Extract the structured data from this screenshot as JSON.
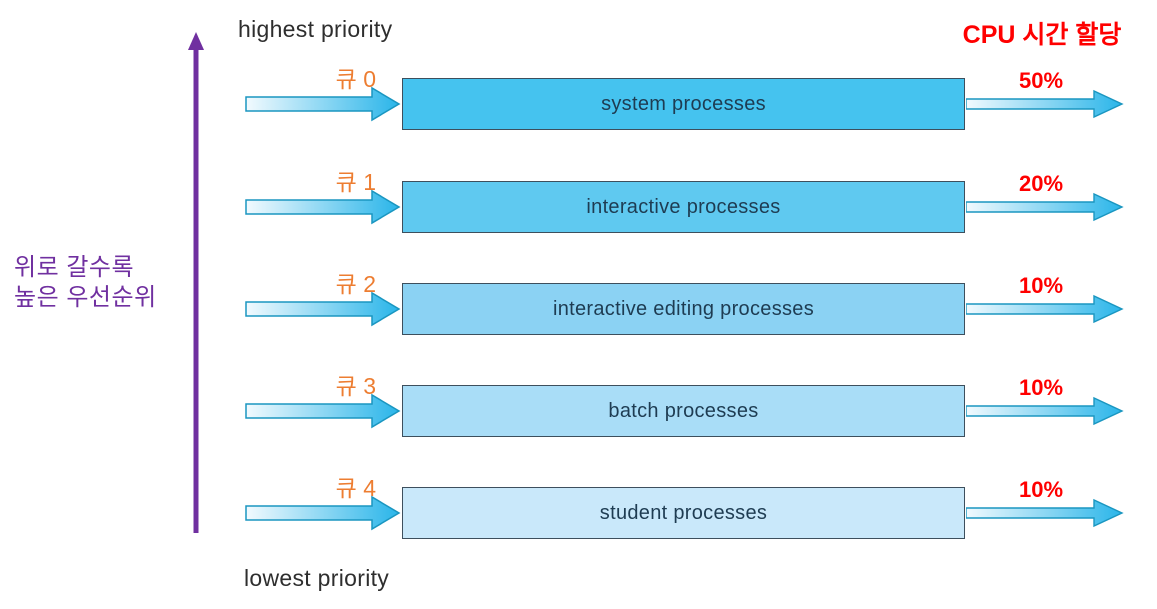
{
  "header": {
    "top_priority_label": "highest priority",
    "bottom_priority_label": "lowest priority",
    "cpu_allocation_title": "CPU 시간 할당"
  },
  "side_note": {
    "line1": "위로 갈수록",
    "line2": "높은 우선순위"
  },
  "colors": {
    "accent_red": "#FF0000",
    "queue_orange": "#ED7D31",
    "axis_purple": "#7030A0",
    "box_border": "#3d4f5d",
    "box_text": "#1e3c52",
    "arrow_stroke": "#1a96c0",
    "arrow_gradient_start": "#f2fafe",
    "arrow_gradient_end": "#2ab5e9"
  },
  "rows": [
    {
      "queue": "큐 0",
      "label": "system processes",
      "share": "50%",
      "box_color": "#45C3EF"
    },
    {
      "queue": "큐 1",
      "label": "interactive processes",
      "share": "20%",
      "box_color": "#5FC9F0"
    },
    {
      "queue": "큐 2",
      "label": "interactive editing processes",
      "share": "10%",
      "box_color": "#8BD2F3"
    },
    {
      "queue": "큐 3",
      "label": "batch processes",
      "share": "10%",
      "box_color": "#A9DDF7"
    },
    {
      "queue": "큐 4",
      "label": "student processes",
      "share": "10%",
      "box_color": "#C9E8FA"
    }
  ]
}
